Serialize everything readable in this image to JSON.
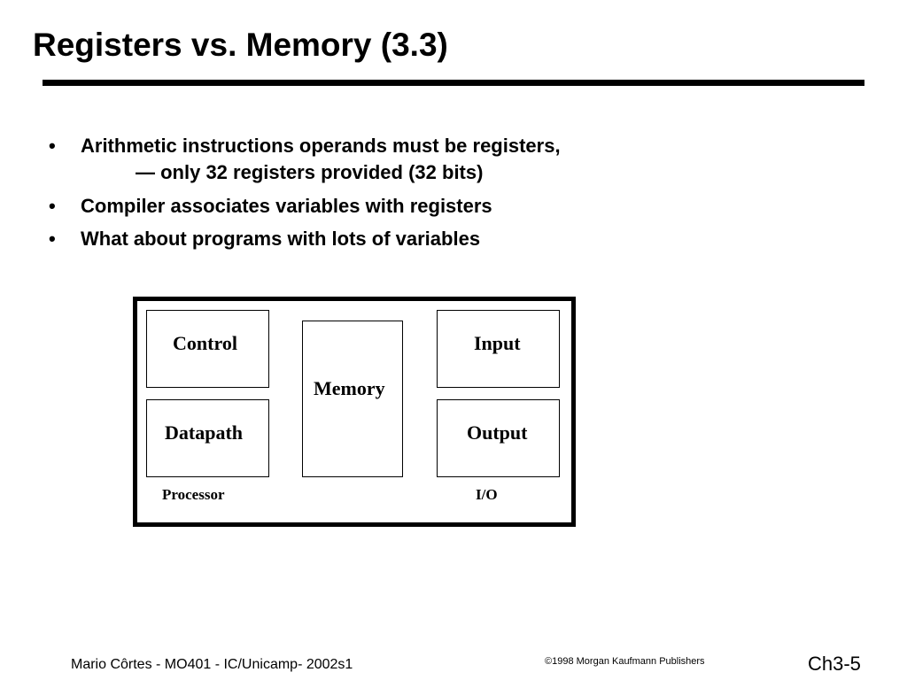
{
  "slide": {
    "title": "Registers vs. Memory (3.3)"
  },
  "bullets": [
    {
      "symbol": "•",
      "text": "Arithmetic instructions operands must be registers,",
      "subline": "— only 32 registers provided (32 bits)"
    },
    {
      "symbol": "•",
      "text": "Compiler associates variables with registers"
    },
    {
      "symbol": "•",
      "text": "What about programs with lots of variables"
    }
  ],
  "diagram": {
    "control": "Control",
    "datapath": "Datapath",
    "memory": "Memory",
    "input": "Input",
    "output": "Output",
    "processor_caption": "Processor",
    "io_caption": "I/O"
  },
  "footer": {
    "left": "Mario Côrtes - MO401 - IC/Unicamp- 2002s1",
    "copyright_symbol": "©",
    "center": "1998 Morgan Kaufmann Publishers",
    "right": "Ch3-5"
  }
}
